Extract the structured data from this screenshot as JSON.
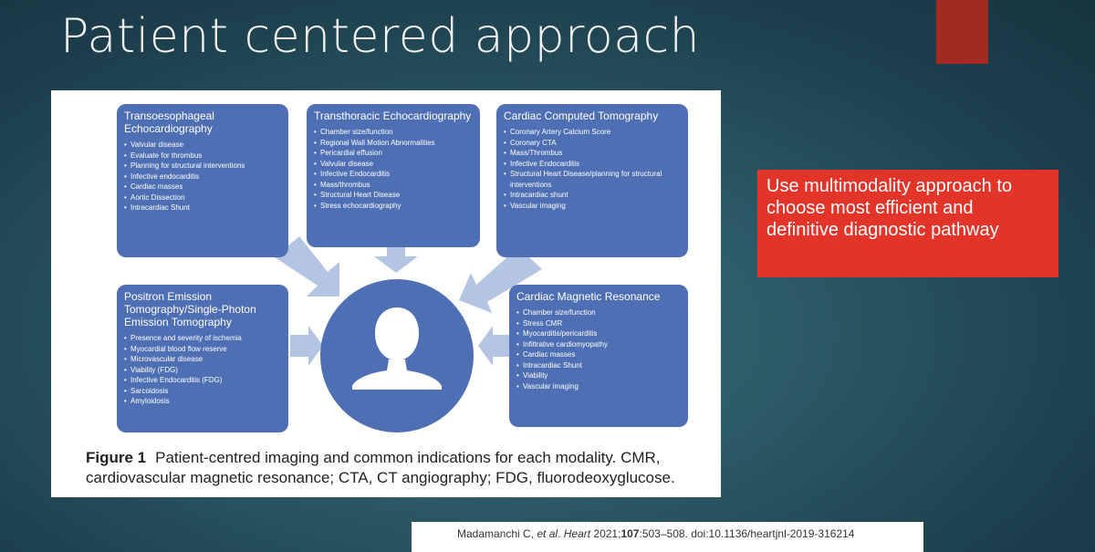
{
  "slide": {
    "title": "Patient centered approach",
    "callout": "Use multimodality approach to choose most efficient and definitive diagnostic pathway",
    "colors": {
      "accent": "#a32a21",
      "callout": "#e3342a",
      "box": "#4f6fb5",
      "arrow": "#b4c4e3",
      "circle": "#4f6fb5"
    }
  },
  "figure": {
    "boxes": {
      "tee": {
        "title": "Transoesophageal Echocardiography",
        "items": [
          "Valvular disease",
          "Evaluate for thrombus",
          "Planning for structural interventions",
          "Infective endocarditis",
          "Cardiac masses",
          "Aortic Dissection",
          "Intracardiac Shunt"
        ]
      },
      "tte": {
        "title": "Transthoracic Echocardiography",
        "items": [
          "Chamber size/function",
          "Regional Wall Motion Abnormalities",
          "Pericardial effusion",
          "Valvular disease",
          "Infective Endocarditis",
          "Mass/thrombus",
          "Structural Heart Disease",
          "Stress echocardiography"
        ]
      },
      "cct": {
        "title": "Cardiac Computed Tomography",
        "items": [
          "Coronary Artery Calcium Score",
          "Coronary CTA",
          "Mass/Thrombus",
          "Infective Endocarditis",
          "Structural Heart Disease/planning for structural interventions",
          "Intracardiac shunt",
          "Vascular imaging"
        ]
      },
      "pet": {
        "title": "Positron Emission Tomography/Single-Photon Emission Tomography",
        "items": [
          "Presence and severity of ischemia",
          "Myocardial blood flow reserve",
          "Microvascular disease",
          "Viability (FDG)",
          "Infective Endocarditis (FDG)",
          "Sarcoidosis",
          "Amyloidosis"
        ]
      },
      "cmr": {
        "title": "Cardiac Magnetic Resonance",
        "items": [
          "Chamber size/function",
          "Stress CMR",
          "Myocarditis/pericarditis",
          "Infiltrative cardiomyopathy",
          "Cardiac masses",
          "Intracardiac Shunt",
          "Viability",
          "Vascular imaging"
        ]
      }
    },
    "caption_label": "Figure 1",
    "caption_text": "Patient-centred imaging and common indications for each modality. CMR, cardiovascular magnetic resonance; CTA, CT angiography; FDG, fluorodeoxyglucose."
  },
  "citation": {
    "authors": "Madamanchi C, ",
    "etal": "et al",
    "dot": ". ",
    "journal": "Heart",
    "year": " 2021;",
    "volume": "107",
    "rest": ":503–508. doi:10.1136/heartjnl-2019-316214"
  }
}
